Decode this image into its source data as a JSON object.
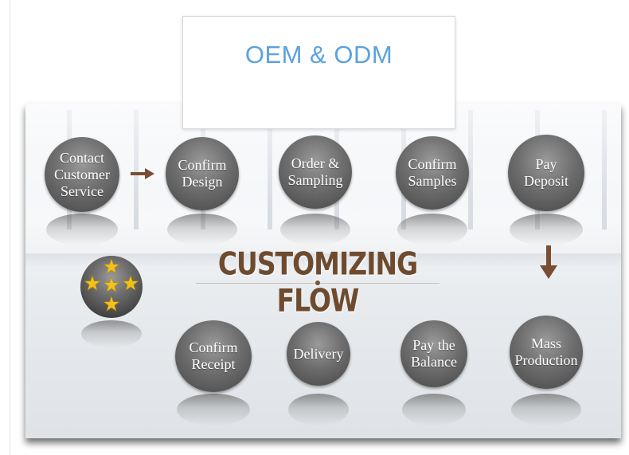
{
  "header": {
    "title": "OEM & ODM"
  },
  "flow": {
    "title": "CUSTOMIZING FLOW",
    "steps": [
      {
        "id": "contact",
        "label": "Contact\nCustomer\nService"
      },
      {
        "id": "confirm-design",
        "label": "Confirm\nDesign"
      },
      {
        "id": "order-sampling",
        "label": "Order &\nSampling"
      },
      {
        "id": "confirm-samples",
        "label": "Confirm\nSamples"
      },
      {
        "id": "pay-deposit",
        "label": "Pay\nDeposit"
      },
      {
        "id": "mass-production",
        "label": "Mass\nProduction"
      },
      {
        "id": "pay-balance",
        "label": "Pay the\nBalance"
      },
      {
        "id": "delivery",
        "label": "Delivery"
      },
      {
        "id": "confirm-receipt",
        "label": "Confirm\nReceipt"
      }
    ]
  },
  "colors": {
    "title_blue": "#5aa2e0",
    "flow_title_brown": "#6e4b2e",
    "arrow_brown": "#7a4e33",
    "star_gold": "#f3c21a",
    "circle_gray": "#6e6e6e"
  },
  "icons": {
    "arrow_right": "arrow-right-icon",
    "arrow_down": "arrow-down-icon",
    "stars": "five-stars-icon"
  }
}
